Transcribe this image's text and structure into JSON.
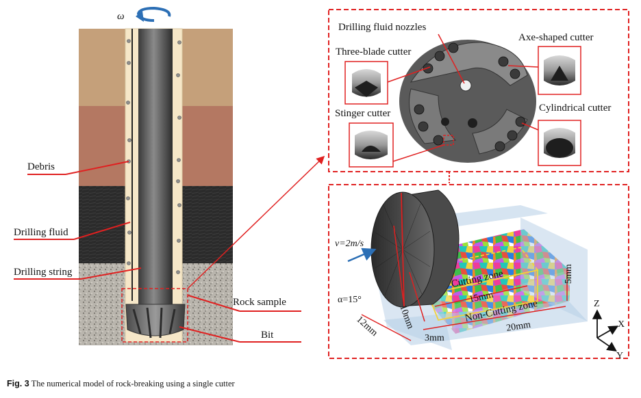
{
  "figure": {
    "omega": "ω",
    "left_labels": {
      "debris": "Debris",
      "drilling_fluid": "Drilling fluid",
      "drilling_string": "Drilling string",
      "rock_sample": "Rock sample",
      "bit": "Bit"
    },
    "bit_panel": {
      "drilling_fluid_nozzles": "Drilling fluid nozzles",
      "three_blade_cutter": "Three-blade cutter",
      "axe_shaped_cutter": "Axe-shaped cutter",
      "stinger_cutter": "Stinger cutter",
      "cylindrical_cutter": "Cylindrical cutter"
    },
    "cutter_panel": {
      "velocity": "v=2m/s",
      "rake_angle": "α=15°",
      "cutting_zone": "Cutting zone",
      "non_cutting_zone": "Non-Cutting zone",
      "dim_10mm": "10mm",
      "dim_15mm": "15mm",
      "dim_5mm": "5mm",
      "dim_12mm": "12mm",
      "dim_3mm": "3mm",
      "dim_20mm": "20mm",
      "axis_z": "Z",
      "axis_x": "X",
      "axis_y": "Y"
    }
  },
  "caption": {
    "label": "Fig. 3",
    "text": "The numerical model of rock-breaking using a single cutter"
  },
  "colors": {
    "annotation_red": "#e02020",
    "arrow_blue": "#2c6fb5",
    "fluid_cream": "#f6e7c8"
  }
}
